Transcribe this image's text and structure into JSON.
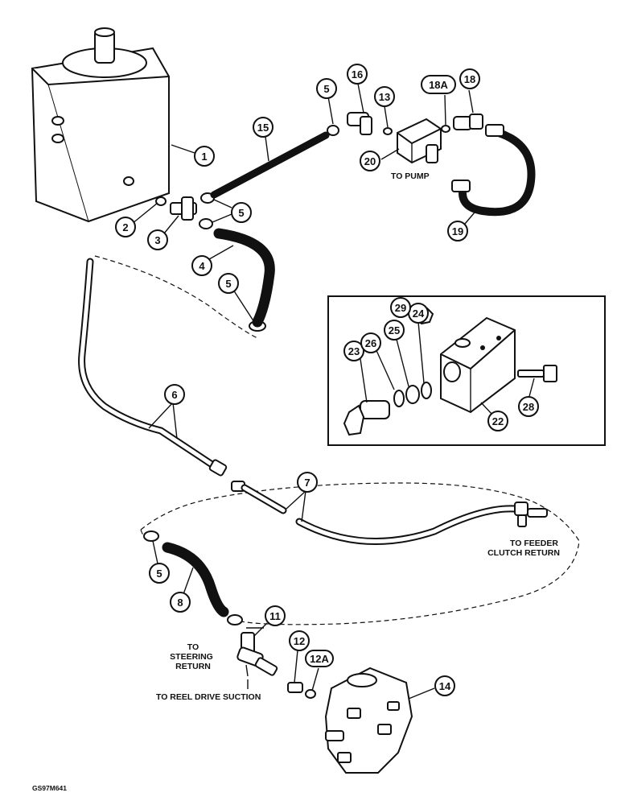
{
  "figure_code": "GS97M641",
  "callouts": [
    {
      "id": "c1",
      "label": "1"
    },
    {
      "id": "c2",
      "label": "2"
    },
    {
      "id": "c3",
      "label": "3"
    },
    {
      "id": "c4",
      "label": "4"
    },
    {
      "id": "c5a",
      "label": "5"
    },
    {
      "id": "c5b",
      "label": "5"
    },
    {
      "id": "c5c",
      "label": "5"
    },
    {
      "id": "c5d",
      "label": "5"
    },
    {
      "id": "c6",
      "label": "6"
    },
    {
      "id": "c7",
      "label": "7"
    },
    {
      "id": "c8",
      "label": "8"
    },
    {
      "id": "c11",
      "label": "11"
    },
    {
      "id": "c12",
      "label": "12"
    },
    {
      "id": "c12a",
      "label": "12A"
    },
    {
      "id": "c13",
      "label": "13"
    },
    {
      "id": "c14",
      "label": "14"
    },
    {
      "id": "c15",
      "label": "15"
    },
    {
      "id": "c16",
      "label": "16"
    },
    {
      "id": "c18",
      "label": "18"
    },
    {
      "id": "c18a",
      "label": "18A"
    },
    {
      "id": "c19",
      "label": "19"
    },
    {
      "id": "c20",
      "label": "20"
    },
    {
      "id": "c22",
      "label": "22"
    },
    {
      "id": "c23",
      "label": "23"
    },
    {
      "id": "c24",
      "label": "24"
    },
    {
      "id": "c25",
      "label": "25"
    },
    {
      "id": "c26",
      "label": "26"
    },
    {
      "id": "c28",
      "label": "28"
    },
    {
      "id": "c29",
      "label": "29"
    }
  ],
  "labels": {
    "to_pump": "TO PUMP",
    "to_feeder_line1": "TO FEEDER",
    "to_feeder_line2": "CLUTCH RETURN",
    "to_steering_line1": "TO",
    "to_steering_line2": "STEERING",
    "to_steering_line3": "RETURN",
    "to_reel_drive": "TO REEL DRIVE SUCTION"
  }
}
